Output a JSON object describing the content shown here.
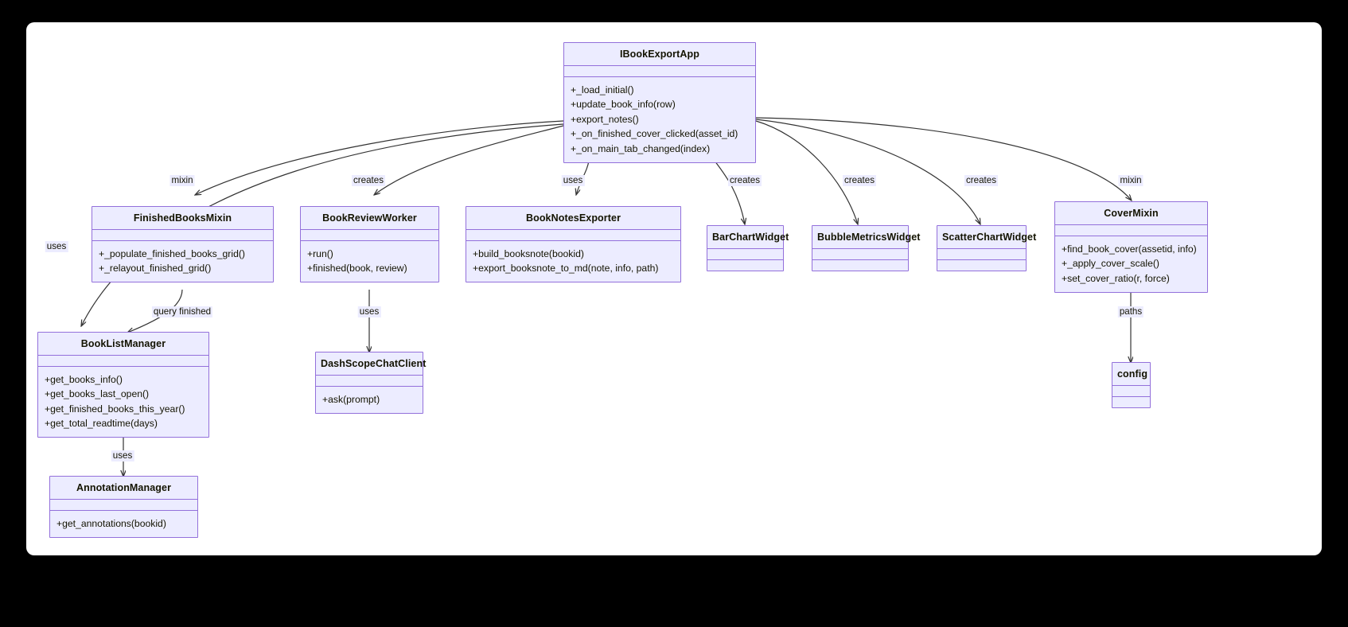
{
  "diagram": {
    "type": "uml-class-diagram",
    "background_color": "#000000",
    "surface_color": "#ffffff",
    "node_fill": "#ececff",
    "node_border": "#9370db",
    "edge_color": "#333333",
    "classes": [
      {
        "id": "IBookExportApp",
        "name": "IBookExportApp",
        "attributes": [],
        "methods": [
          "+_load_initial()",
          "+update_book_info(row)",
          "+export_notes()",
          "+_on_finished_cover_clicked(asset_id)",
          "+_on_main_tab_changed(index)"
        ]
      },
      {
        "id": "FinishedBooksMixin",
        "name": "FinishedBooksMixin",
        "attributes": [],
        "methods": [
          "+_populate_finished_books_grid()",
          "+_relayout_finished_grid()"
        ]
      },
      {
        "id": "BookReviewWorker",
        "name": "BookReviewWorker",
        "attributes": [],
        "methods": [
          "+run()",
          "+finished(book, review)"
        ]
      },
      {
        "id": "BookNotesExporter",
        "name": "BookNotesExporter",
        "attributes": [],
        "methods": [
          "+build_booksnote(bookid)",
          "+export_booksnote_to_md(note, info, path)"
        ]
      },
      {
        "id": "BarChartWidget",
        "name": "BarChartWidget",
        "attributes": [],
        "methods": []
      },
      {
        "id": "BubbleMetricsWidget",
        "name": "BubbleMetricsWidget",
        "attributes": [],
        "methods": []
      },
      {
        "id": "ScatterChartWidget",
        "name": "ScatterChartWidget",
        "attributes": [],
        "methods": []
      },
      {
        "id": "CoverMixin",
        "name": "CoverMixin",
        "attributes": [],
        "methods": [
          "+find_book_cover(assetid, info)",
          "+_apply_cover_scale()",
          "+set_cover_ratio(r, force)"
        ]
      },
      {
        "id": "BookListManager",
        "name": "BookListManager",
        "attributes": [],
        "methods": [
          "+get_books_info()",
          "+get_books_last_open()",
          "+get_finished_books_this_year()",
          "+get_total_readtime(days)"
        ]
      },
      {
        "id": "DashScopeChatClient",
        "name": "DashScopeChatClient",
        "attributes": [],
        "methods": [
          "+ask(prompt)"
        ]
      },
      {
        "id": "AnnotationManager",
        "name": "AnnotationManager",
        "attributes": [],
        "methods": [
          "+get_annotations(bookid)"
        ]
      },
      {
        "id": "config",
        "name": "config",
        "attributes": [],
        "methods": []
      }
    ],
    "edges": [
      {
        "from": "IBookExportApp",
        "to": "FinishedBooksMixin",
        "label": "mixin"
      },
      {
        "from": "IBookExportApp",
        "to": "BookListManager",
        "label": "uses"
      },
      {
        "from": "IBookExportApp",
        "to": "BookReviewWorker",
        "label": "creates"
      },
      {
        "from": "IBookExportApp",
        "to": "BookNotesExporter",
        "label": "uses"
      },
      {
        "from": "IBookExportApp",
        "to": "BarChartWidget",
        "label": "creates"
      },
      {
        "from": "IBookExportApp",
        "to": "BubbleMetricsWidget",
        "label": "creates"
      },
      {
        "from": "IBookExportApp",
        "to": "ScatterChartWidget",
        "label": "creates"
      },
      {
        "from": "IBookExportApp",
        "to": "CoverMixin",
        "label": "mixin"
      },
      {
        "from": "FinishedBooksMixin",
        "to": "BookListManager",
        "label": "query finished"
      },
      {
        "from": "BookReviewWorker",
        "to": "DashScopeChatClient",
        "label": "uses"
      },
      {
        "from": "BookListManager",
        "to": "AnnotationManager",
        "label": "uses"
      },
      {
        "from": "CoverMixin",
        "to": "config",
        "label": "paths"
      }
    ]
  }
}
